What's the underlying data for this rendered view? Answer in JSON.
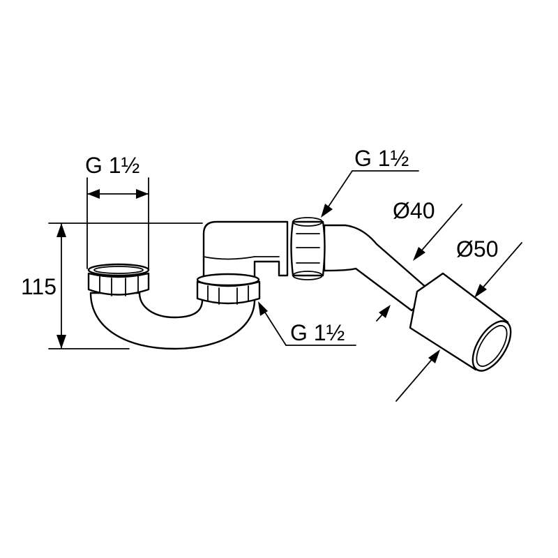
{
  "labels": {
    "inlet_thread": "G 1½",
    "outlet_thread_upper": "G 1½",
    "union_thread_lower": "G 1½",
    "outer_diameter_40": "Ø40",
    "outer_diameter_50": "Ø50",
    "height": "115"
  },
  "colors": {
    "line": "#000000",
    "background": "#ffffff"
  }
}
